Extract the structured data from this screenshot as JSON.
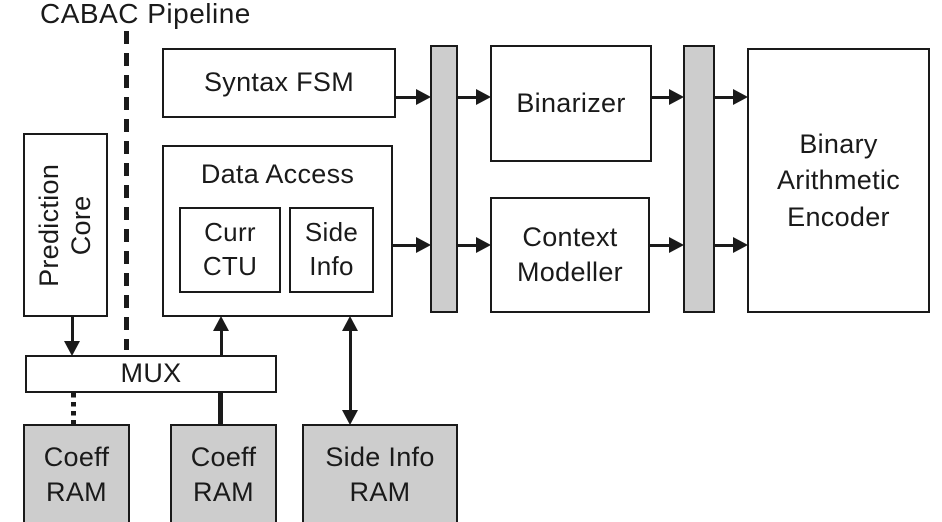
{
  "title": "CABAC Pipeline",
  "colors": {
    "line": "#1a1a1a",
    "box_fill": "#ffffff",
    "register_fill": "#cdcdcd",
    "background": "#ffffff"
  },
  "blocks": {
    "prediction_core": {
      "label": "Prediction\nCore"
    },
    "syntax_fsm": {
      "label": "Syntax FSM"
    },
    "data_access": {
      "label": "Data Access",
      "curr_ctu": {
        "label": "Curr\nCTU"
      },
      "side_info": {
        "label": "Side\nInfo"
      }
    },
    "binarizer": {
      "label": "Binarizer"
    },
    "context_modeller": {
      "label": "Context\nModeller"
    },
    "binary_arithmetic_encoder": {
      "label": "Binary\nArithmetic\nEncoder"
    },
    "mux": {
      "label": "MUX"
    },
    "coeff_ram_1": {
      "label": "Coeff\nRAM"
    },
    "coeff_ram_2": {
      "label": "Coeff\nRAM"
    },
    "side_info_ram": {
      "label": "Side Info\nRAM"
    }
  }
}
